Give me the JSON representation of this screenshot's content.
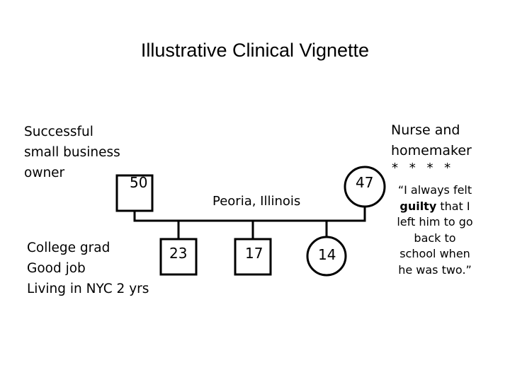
{
  "title": "Illustrative Clinical Vignette",
  "father": {
    "description_lines": [
      "Successful",
      "small business",
      "owner"
    ],
    "age": "50"
  },
  "mother": {
    "description_lines": [
      "Nurse and",
      "homemaker"
    ],
    "separator": "* * * *",
    "quote_line1": "“I always felt",
    "quote_bold": "guilty",
    "quote_line2_rest": " that I",
    "quote_lines_rest": [
      "left him to go",
      "back to",
      "school when",
      "he was two.”"
    ],
    "age": "47"
  },
  "location": "Peoria, Illinois",
  "children": [
    {
      "age": "23",
      "description_lines": [
        "College grad",
        "Good job",
        "Living in NYC 2 yrs"
      ]
    },
    {
      "age": "17"
    },
    {
      "age": "14"
    }
  ],
  "colors": {
    "line": "#000000",
    "background": "#ffffff"
  }
}
